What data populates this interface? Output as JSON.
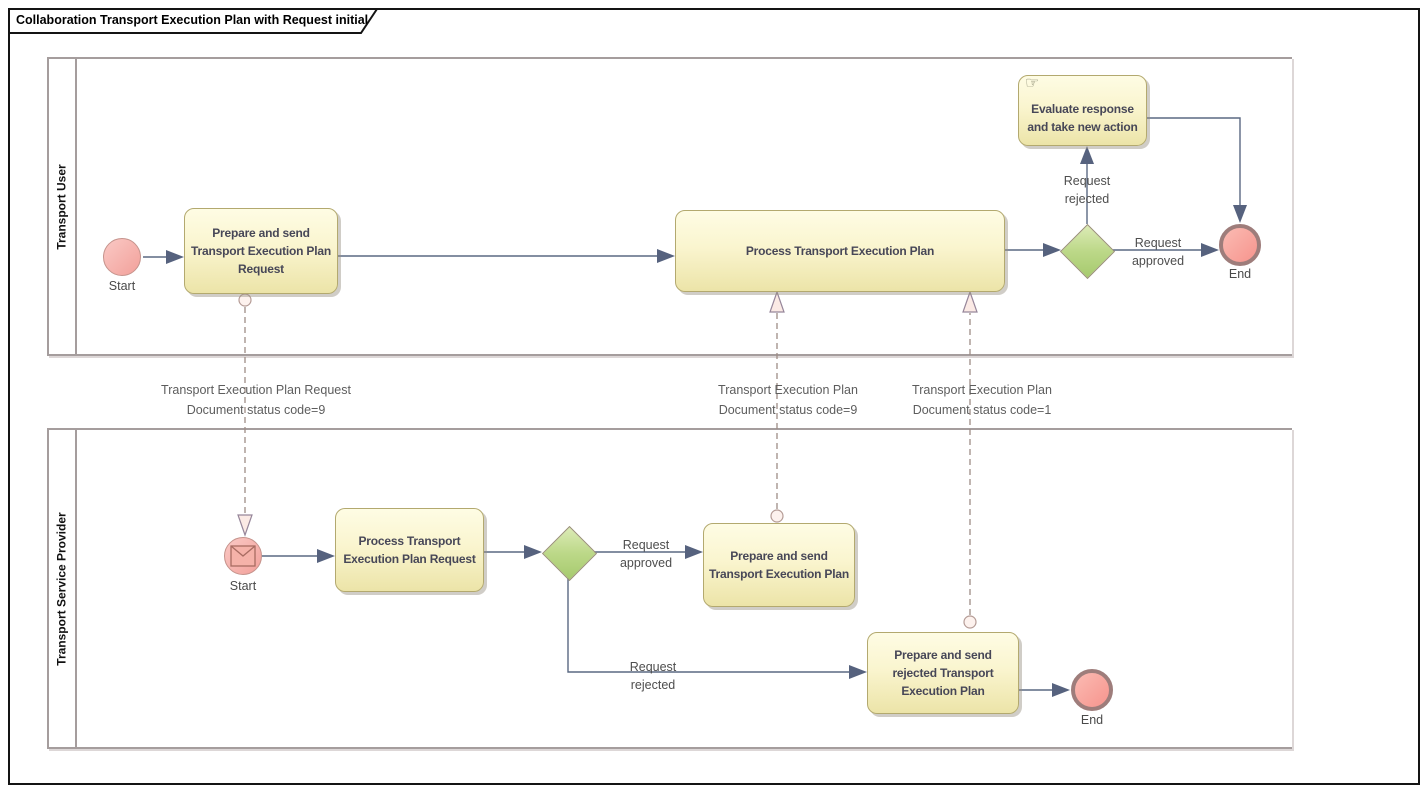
{
  "diagram": {
    "title": "Collaboration Transport Execution Plan with Request initial"
  },
  "pools": {
    "transport_user": {
      "label": "Transport User"
    },
    "transport_service_provider": {
      "label": "Transport Service Provider"
    }
  },
  "transport_user": {
    "start_label": "Start",
    "task_prepare_request": "Prepare and send\nTransport Execution Plan\nRequest",
    "task_process_plan": "Process Transport Execution Plan",
    "task_evaluate": "Evaluate response\nand take new action",
    "label_request_rejected": "Request\nrejected",
    "label_request_approved": "Request\napproved",
    "end_label": "End"
  },
  "transport_service_provider": {
    "start_label": "Start",
    "task_process_request": "Process Transport\nExecution Plan Request",
    "task_prepare_plan": "Prepare and send\nTransport Execution Plan",
    "task_prepare_rejected": "Prepare and send\nrejected Transport\nExecution Plan",
    "label_request_approved": "Request\napproved",
    "label_request_rejected": "Request\nrejected",
    "end_label": "End"
  },
  "message_flows": {
    "plan_request_status9": "Transport Execution Plan Request\nDocument status code=9",
    "plan_status9": "Transport Execution Plan\nDocument status code=9",
    "plan_status1": "Transport Execution Plan\nDocument status code=1"
  },
  "icons": {
    "manual_task": "☞"
  },
  "colors": {
    "task_fill_top": "#fefce4",
    "task_fill_bottom": "#ece4a8",
    "task_border": "#b3a96f",
    "task_text": "#474757",
    "gateway_fill": "#b5d37e",
    "event_pink": "#f7b3ad",
    "end_event_border": "#9e7d7b",
    "sequence_flow": "#5a6882",
    "message_flow": "#9d8d85",
    "pool_border": "#a59d9d",
    "frame_border": "#141414"
  }
}
